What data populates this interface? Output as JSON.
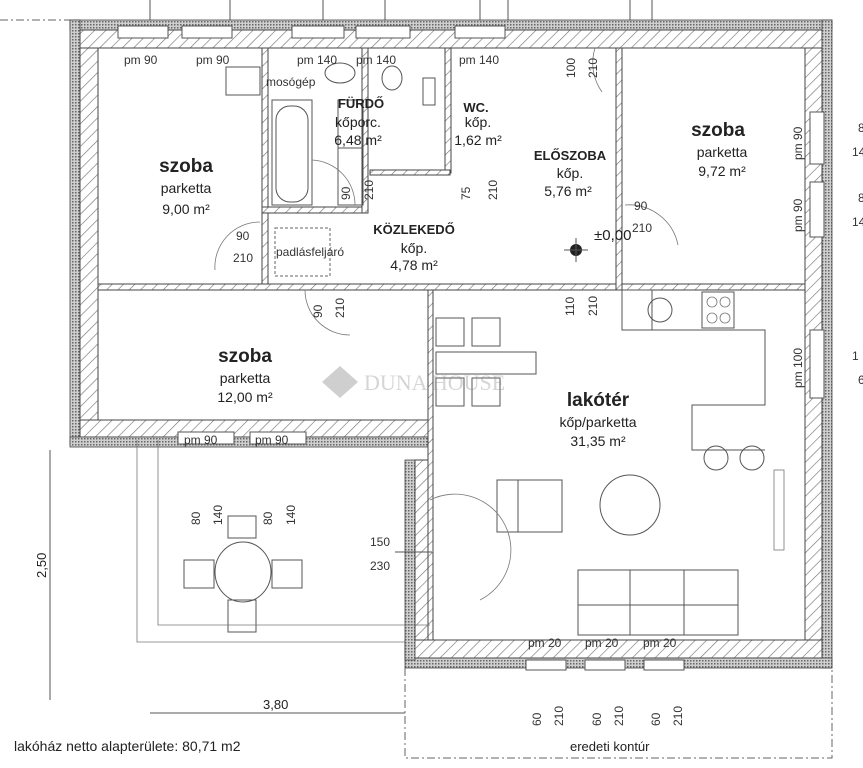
{
  "rooms": [
    {
      "name": "szoba",
      "floor": "parketta",
      "area": "9,00 m²"
    },
    {
      "name": "FÜRDŐ",
      "floor": "kőporc.",
      "area": "6,48 m²"
    },
    {
      "name": "WC.",
      "floor": "kőp.",
      "area": "1,62 m²"
    },
    {
      "name": "ELŐSZOBA",
      "floor": "kőp.",
      "area": "5,76 m²"
    },
    {
      "name": "szoba",
      "floor": "parketta",
      "area": "9,72 m²"
    },
    {
      "name": "KÖZLEKEDŐ",
      "floor": "kőp.",
      "area": "4,78 m²"
    },
    {
      "name": "szoba",
      "floor": "parketta",
      "area": "12,00 m²"
    },
    {
      "name": "lakótér",
      "floor": "kőp/parketta",
      "area": "31,35 m²"
    }
  ],
  "fixtures": {
    "washer": "mosógép",
    "attic": "padlásfeljáró",
    "level": "±0,00"
  },
  "windows": {
    "top": [
      "pm 90",
      "pm 90",
      "pm 140",
      "pm 140",
      "pm 140"
    ],
    "right": [
      "pm 90",
      "pm 90",
      "pm 100"
    ],
    "mid": [
      "pm 90",
      "pm 90"
    ],
    "bottom": [
      "pm 20",
      "pm 20",
      "pm 20"
    ],
    "right_outside": [
      "8",
      "14",
      "8",
      "14",
      "1",
      "6"
    ]
  },
  "doors": {
    "entry": [
      "100",
      "210"
    ],
    "bath": [
      "90",
      "210"
    ],
    "wc": [
      "75",
      "210"
    ],
    "room1": [
      "90",
      "210"
    ],
    "room2": [
      "90",
      "210"
    ],
    "room3": [
      "90",
      "210"
    ],
    "living": [
      "110",
      "210"
    ],
    "terrace": [
      "150",
      "230"
    ],
    "mid_sill": [
      "80",
      "140",
      "80",
      "140"
    ],
    "bottom_sill": [
      "60",
      "210",
      "60",
      "210",
      "60",
      "210"
    ]
  },
  "dimensions": {
    "width": "3,80",
    "depth": "2,50"
  },
  "footer": {
    "net_area": "lakóház netto alapterülete: 80,71 m2",
    "contour": "eredeti kontúr"
  },
  "watermark": "DUNA HOUSE"
}
